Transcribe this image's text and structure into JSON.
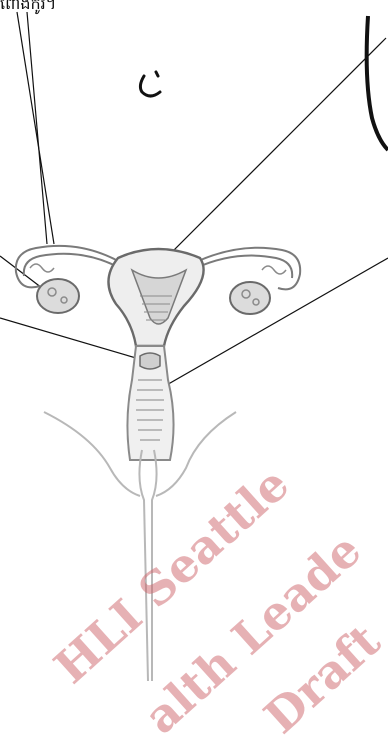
{
  "label_fragment": "ពោងកូរ។",
  "watermark": {
    "line1": "HLI Seattle",
    "line2": "alth Leade",
    "line3": "Draft",
    "color": "#cd6469"
  },
  "colors": {
    "line": "#111111",
    "organ": "#7a7a7a",
    "outer": "#b8b8b8"
  }
}
